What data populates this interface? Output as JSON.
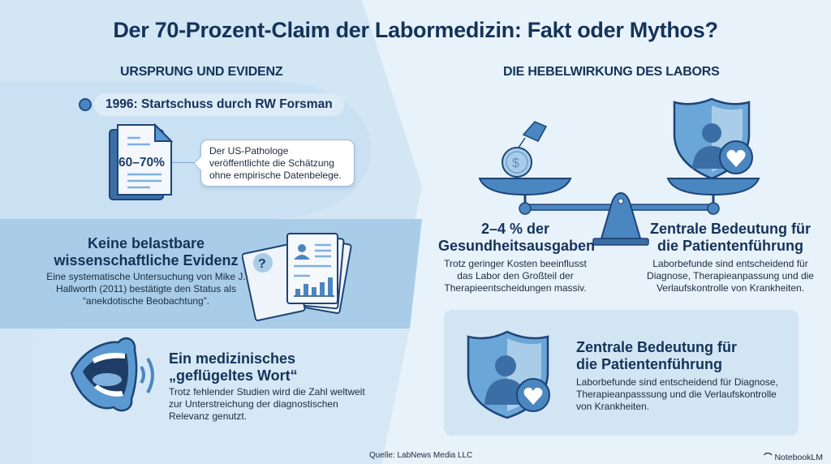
{
  "title": "Der 70-Prozent-Claim der Labormedizin: Fakt oder Mythos?",
  "left_section": {
    "heading": "URSPRUNG UND EVIDENZ",
    "timeline": {
      "label": "1996: Startschuss durch RW Forsman",
      "document_value": "60–70%",
      "callout": "Der US-Pathologe veröffentlichte die Schätzung ohne empirische Datenbelege."
    },
    "evidence": {
      "title_line1": "Keine belastbare",
      "title_line2": "wissenschaftliche Evidenz",
      "body": "Eine systematische Untersuchung von Mike J. Hallworth (2011) bestätigte den Status als “anekdotische Beobachtung”.",
      "icon_question": "?"
    },
    "saying": {
      "title_line1": "Ein medizinisches",
      "title_line2": "„geflügeltes Wort“",
      "body": "Trotz fehlender Studien wird die Zahl weltweit zur Unterstreichung der diagnostischen Relevanz genutzt."
    }
  },
  "right_section": {
    "heading": "DIE HEBELWIRKUNG DES LABORS",
    "cost": {
      "title_line1": "2–4 % der",
      "title_line2": "Gesundheitsausgaben",
      "body": "Trotz geringer Kosten beeinflusst das Labor den Großteil der Therapieentscheidungen massiv.",
      "coin_symbol": "$"
    },
    "importance": {
      "title_line1": "Zentrale Bedeutung für",
      "title_line2": "die Patientenführung",
      "body": "Laborbefunde sind entscheidend für Diagnose, Therapieanpassung und die Verlaufskontrolle von Krankheiten."
    },
    "card": {
      "title_line1": "Zentrale Bedeutung für",
      "title_line2": "die Patientenführung",
      "body": "Laborbefunde sind entscheidend für Diagnose, Therapieanpasssung und die Verlaufskontrolle von Krankheiten."
    }
  },
  "footer": {
    "source": "Quelle: LabNews Media LLC",
    "brand": "NotebookLM"
  },
  "colors": {
    "navy": "#14335a",
    "accent_blue": "#3f7dbb",
    "mid_blue": "#a9cde8",
    "light_bg": "#e8f2fa"
  }
}
